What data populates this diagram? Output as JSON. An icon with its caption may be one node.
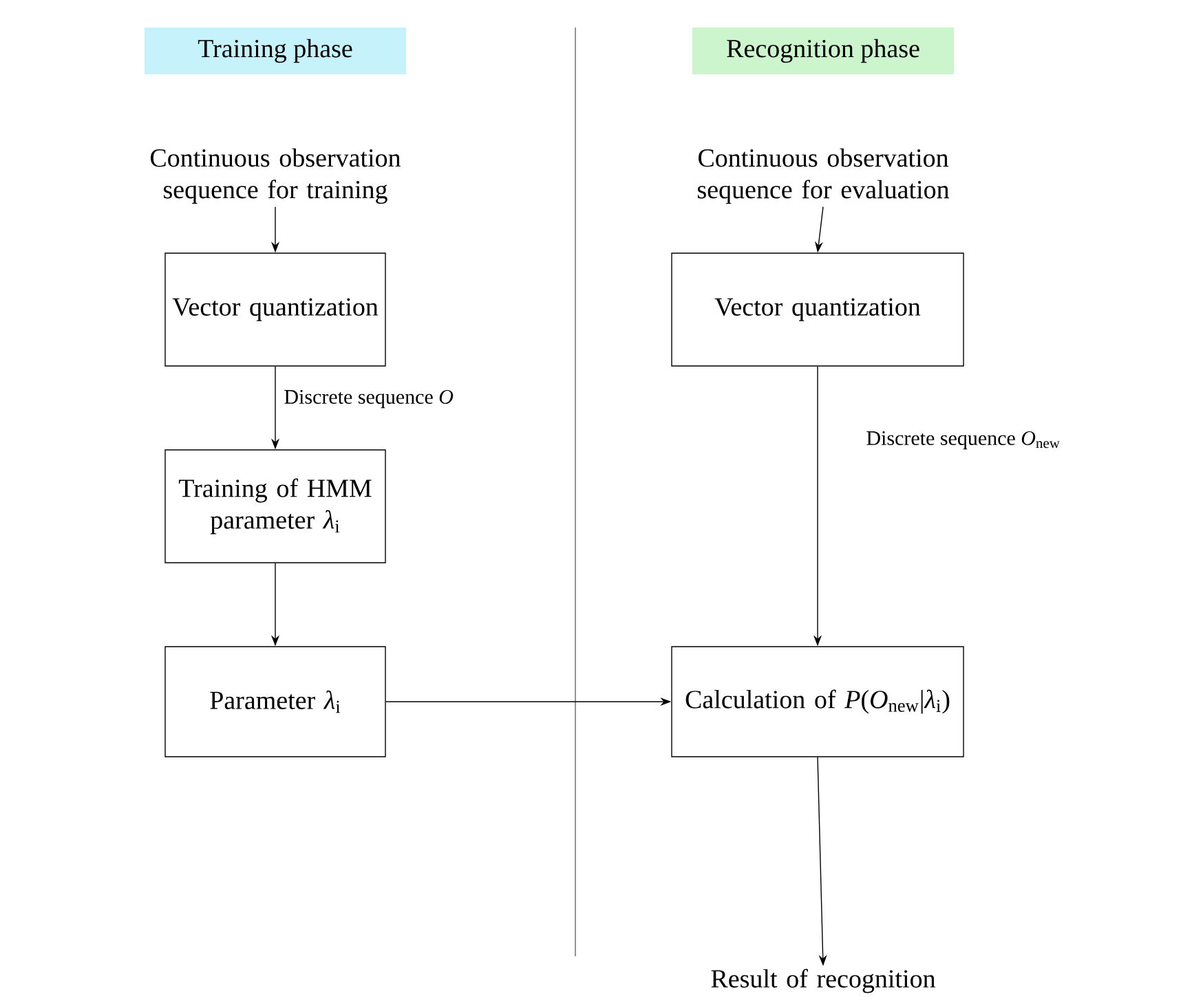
{
  "diagram": {
    "nodes": [
      {
        "text": [
          "Training phase"
        ]
      },
      {
        "text": [
          "Recognition phase"
        ]
      },
      {
        "text": [
          "Continuous observation sequence for training"
        ]
      },
      {
        "text": [
          "Vector quantization"
        ]
      },
      {
        "text": [
          "Training of HMM parameter *λ*$_{i}$"
        ]
      },
      {
        "text": [
          "Parameter *λ*$_{i}$"
        ]
      },
      {
        "text": [
          "Continuous observation sequence for evaluation"
        ]
      },
      {
        "text": [
          "Vector quantization"
        ]
      },
      {
        "text": [
          "Calculation of *P*(*O*$_{new}$|*λ*$_{i}$)"
        ]
      },
      {
        "text": [
          "Result of recognition"
        ]
      }
    ],
    "edges": [
      {
        "from": 2,
        "to": 3,
        "arrow": "to"
      },
      {
        "from": 3,
        "to": 4,
        "arrow": "to",
        "label": "Discrete sequence *O*"
      },
      {
        "from": 4,
        "to": 5,
        "arrow": "to"
      },
      {
        "from": 6,
        "to": 7,
        "arrow": "to"
      },
      {
        "from": 7,
        "to": 8,
        "arrow": "to",
        "label": "Discrete sequence *O*$_{new}$"
      },
      {
        "from": 5,
        "to": 8,
        "arrow": "to"
      },
      {
        "from": 8,
        "to": 9,
        "arrow": "to"
      }
    ]
  }
}
